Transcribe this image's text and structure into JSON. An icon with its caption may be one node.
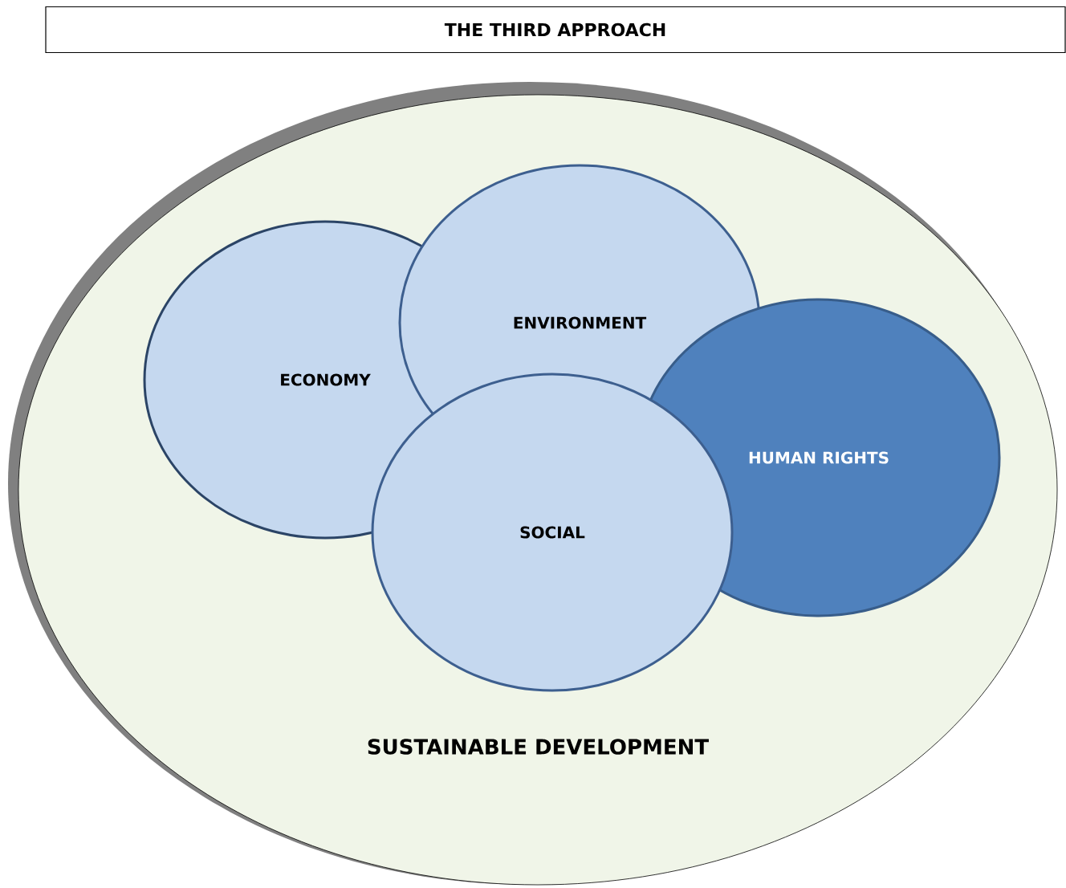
{
  "diagram": {
    "title": "THE THIRD APPROACH",
    "nodes": [
      {
        "text": [
          "SUSTAINABLE DEVELOPMENT"
        ]
      },
      {
        "text": [
          "ECONOMY"
        ],
        "in": 0
      },
      {
        "text": [
          "ENVIRONMENT"
        ],
        "in": 0
      },
      {
        "text": [
          "HUMAN RIGHTS"
        ],
        "in": 0
      },
      {
        "text": [
          "SOCIAL"
        ],
        "in": 0
      }
    ]
  }
}
